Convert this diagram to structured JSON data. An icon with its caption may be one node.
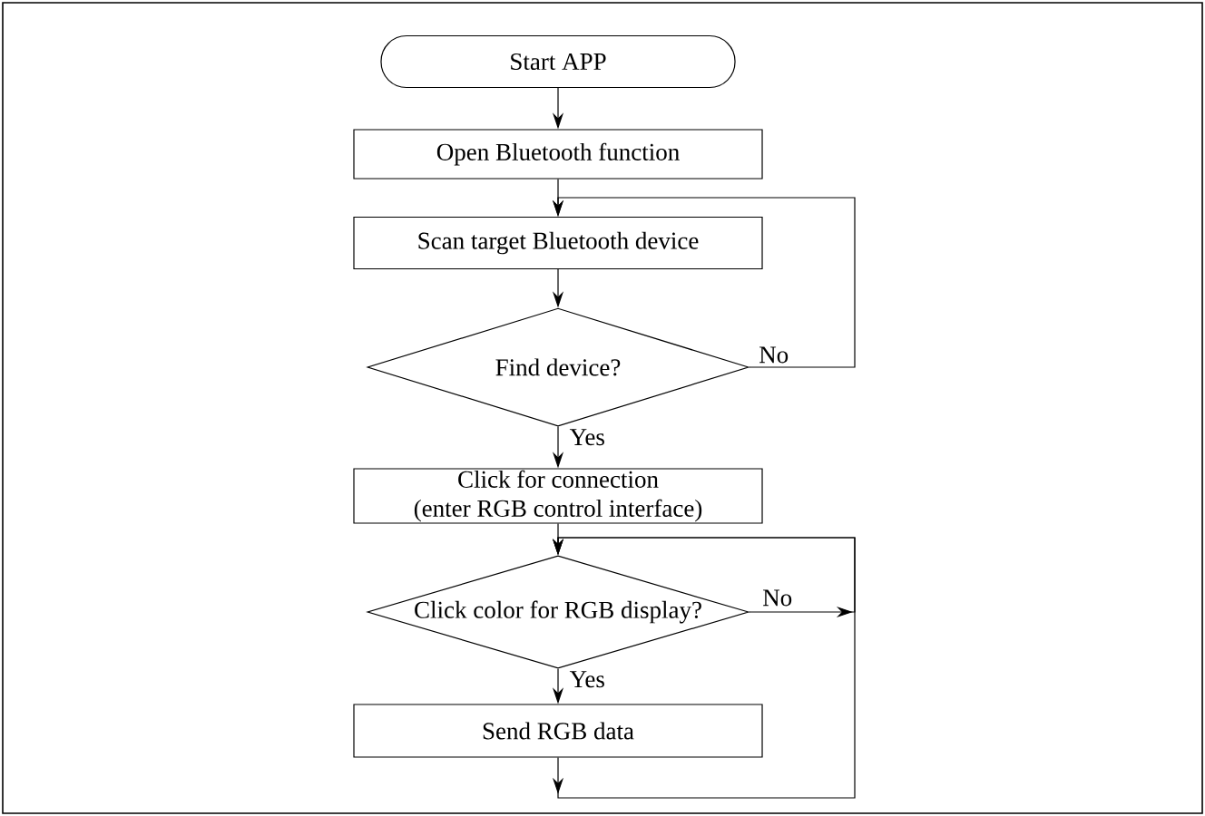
{
  "diagram": {
    "nodes": [
      {
        "text": [
          "Start APP"
        ]
      },
      {
        "text": [
          "Open Bluetooth function"
        ]
      },
      {
        "text": [
          "Scan target Bluetooth device"
        ]
      },
      {
        "text": [
          "Find device?"
        ]
      },
      {
        "text": [
          "Click for connection (enter RGB control interface)"
        ]
      },
      {
        "text": [
          "Click color for RGB display?"
        ]
      },
      {
        "text": [
          "Send RGB data"
        ]
      }
    ],
    "edges": [
      {
        "from": 0,
        "to": 1,
        "arrow": "to"
      },
      {
        "from": 1,
        "to": 2,
        "arrow": "to"
      },
      {
        "from": 2,
        "to": 3,
        "arrow": "to"
      },
      {
        "from": 3,
        "to": 2,
        "arrow": "to",
        "label": "No"
      },
      {
        "from": 3,
        "to": 4,
        "arrow": "to",
        "label": "Yes"
      },
      {
        "from": 4,
        "to": 5,
        "arrow": "to"
      },
      {
        "from": 5,
        "to": 5,
        "arrow": "to",
        "label": "No"
      },
      {
        "from": 5,
        "to": 6,
        "arrow": "to",
        "label": "Yes"
      },
      {
        "from": 6,
        "to": 5,
        "arrow": "to"
      }
    ]
  }
}
